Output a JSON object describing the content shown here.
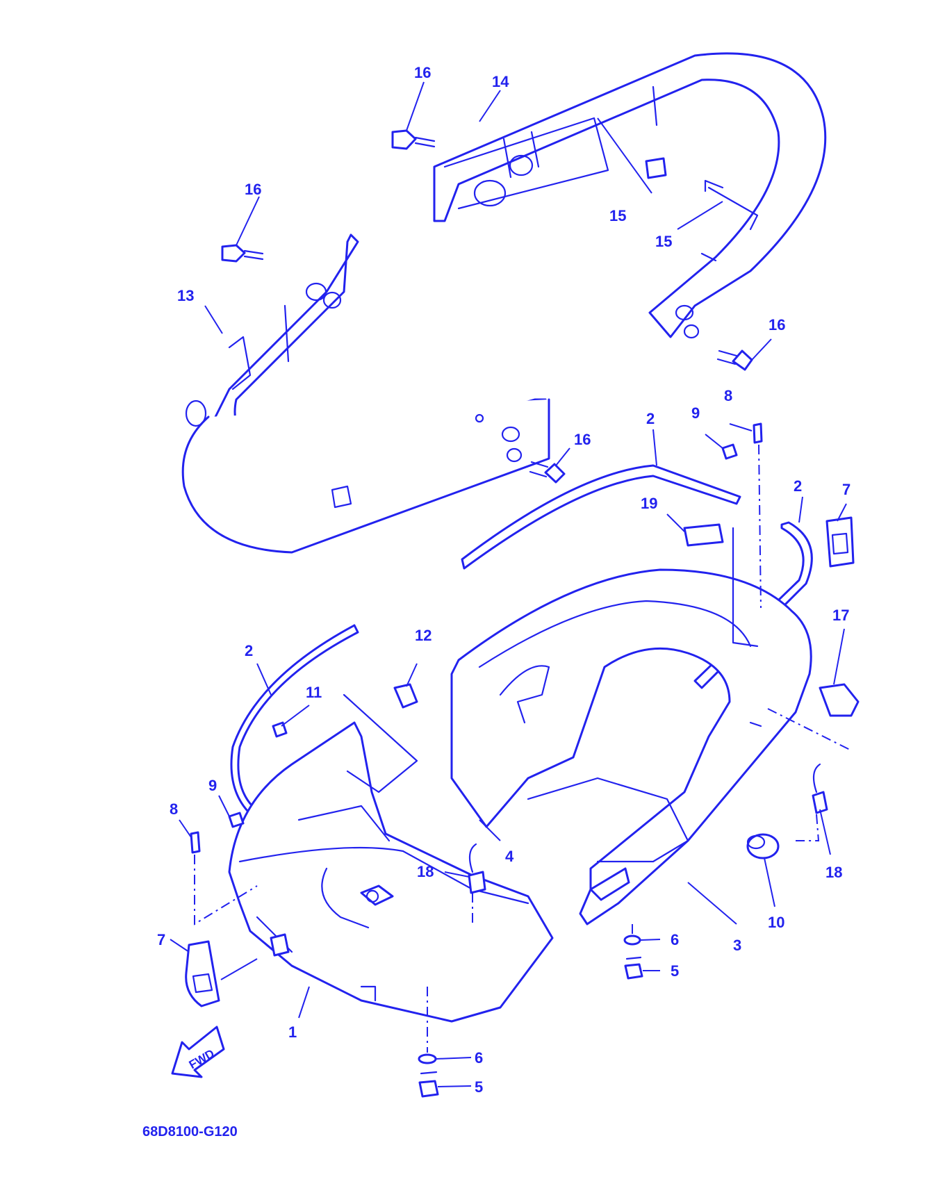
{
  "diagram": {
    "part_code": "68D8100-G120",
    "fwd_label": "FWD",
    "stroke_color": "#2222ee",
    "background_color": "#ffffff",
    "callouts": [
      {
        "id": "c16a",
        "label": "16"
      },
      {
        "id": "c14",
        "label": "14"
      },
      {
        "id": "c15a",
        "label": "15"
      },
      {
        "id": "c15b",
        "label": "15"
      },
      {
        "id": "c16b",
        "label": "16"
      },
      {
        "id": "c13",
        "label": "13"
      },
      {
        "id": "c16c",
        "label": "16"
      },
      {
        "id": "c16d",
        "label": "16"
      },
      {
        "id": "c8a",
        "label": "8"
      },
      {
        "id": "c9a",
        "label": "9"
      },
      {
        "id": "c2a",
        "label": "2"
      },
      {
        "id": "c2b",
        "label": "2"
      },
      {
        "id": "c7a",
        "label": "7"
      },
      {
        "id": "c19",
        "label": "19"
      },
      {
        "id": "c17",
        "label": "17"
      },
      {
        "id": "c2c",
        "label": "2"
      },
      {
        "id": "c12",
        "label": "12"
      },
      {
        "id": "c11",
        "label": "11"
      },
      {
        "id": "c9b",
        "label": "9"
      },
      {
        "id": "c8b",
        "label": "8"
      },
      {
        "id": "c4",
        "label": "4"
      },
      {
        "id": "c18a",
        "label": "18"
      },
      {
        "id": "c18b",
        "label": "18"
      },
      {
        "id": "c10",
        "label": "10"
      },
      {
        "id": "c6a",
        "label": "6"
      },
      {
        "id": "c3",
        "label": "3"
      },
      {
        "id": "c5a",
        "label": "5"
      },
      {
        "id": "c7b",
        "label": "7"
      },
      {
        "id": "c1",
        "label": "1"
      },
      {
        "id": "c6b",
        "label": "6"
      },
      {
        "id": "c5b",
        "label": "5"
      }
    ]
  }
}
